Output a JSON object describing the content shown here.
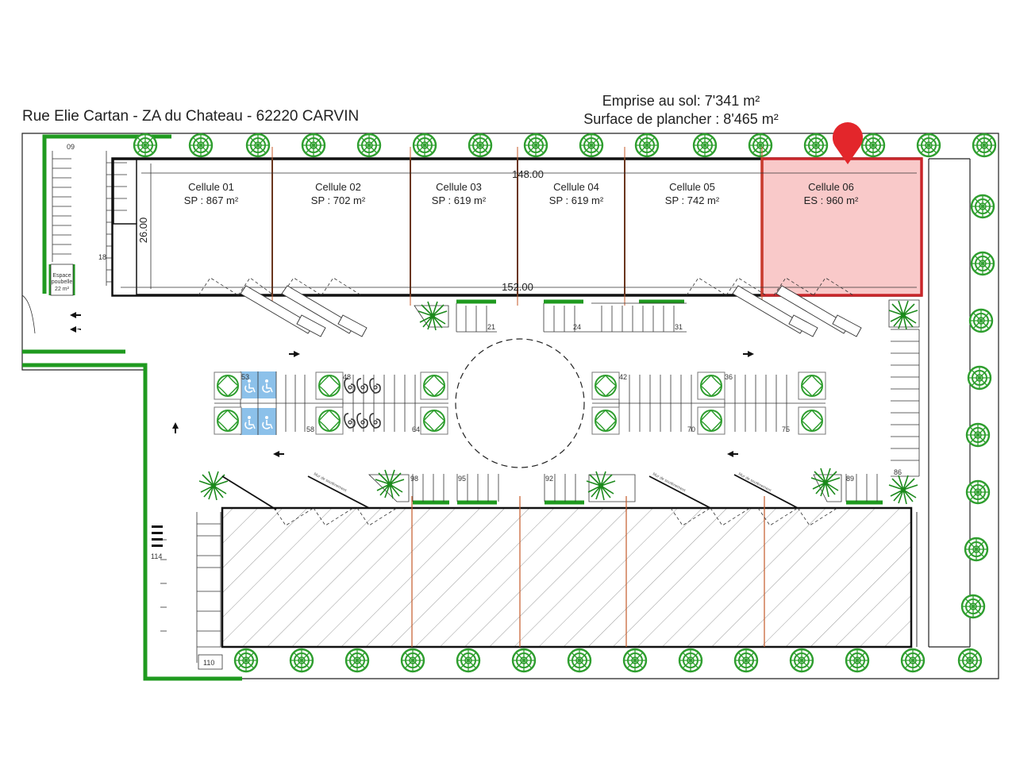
{
  "site": {
    "title": "Rue Elie Cartan - ZA du Chateau - 62220 CARVIN"
  },
  "summary": {
    "footprint": "Emprise au sol: 7'341 m²",
    "floor_area": "Surface de plancher : 8'465 m²"
  },
  "dimensions": {
    "top_width": "148.00",
    "bottom_width": "152.00",
    "depth": "26.00"
  },
  "cells": [
    {
      "name": "Cellule 01",
      "area": "SP : 867 m²"
    },
    {
      "name": "Cellule 02",
      "area": "SP : 702 m²"
    },
    {
      "name": "Cellule 03",
      "area": "SP : 619 m²"
    },
    {
      "name": "Cellule 04",
      "area": "SP : 619 m²"
    },
    {
      "name": "Cellule 05",
      "area": "SP : 742 m²"
    },
    {
      "name": "Cellule 06",
      "area": "ES : 960 m²",
      "highlighted": true
    }
  ],
  "waste_area": {
    "line1": "Espace",
    "line2": "poubelle",
    "area": "22 m²"
  },
  "parking_numbers": [
    "09",
    "18",
    "21",
    "24",
    "31",
    "53",
    "48",
    "58",
    "64",
    "42",
    "36",
    "70",
    "75",
    "98",
    "95",
    "92",
    "89",
    "86",
    "114",
    "110"
  ],
  "wall_label": "Mur de soutènement",
  "colors": {
    "hedge": "#1f9a1f",
    "tree_foliage": "#2e9e2e",
    "highlight_fill": "#f9c9c9",
    "highlight_stroke": "#c8262a",
    "marker": "#e3262b",
    "disabled_spot": "#8cc1ea",
    "building_wall": "#111111",
    "partition": "#c45a2a"
  },
  "icons": {
    "marker": "map-pin-icon",
    "tree": "tree-icon",
    "palm": "palm-icon",
    "disabled": "wheelchair-icon",
    "ev": "ev-charging-icon",
    "arrow": "traffic-arrow-icon"
  }
}
